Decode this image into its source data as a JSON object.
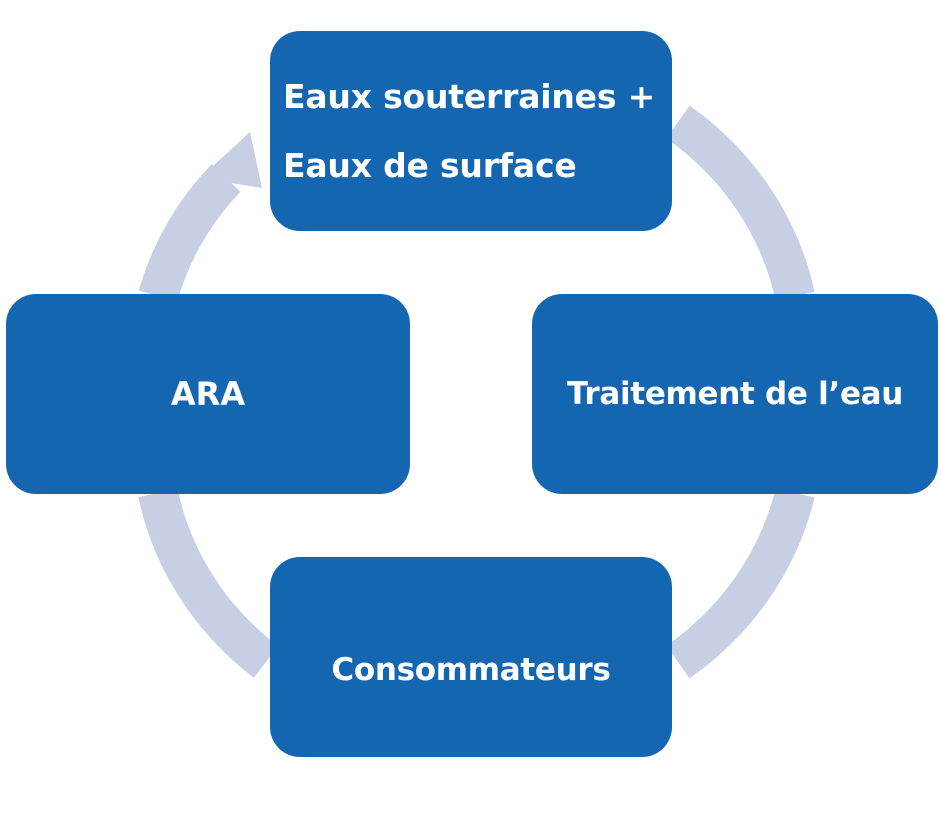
{
  "diagram": {
    "type": "cycle",
    "colors": {
      "node_fill": "#1466b1",
      "node_text": "#ffffff",
      "arrow": "#c6cfe4",
      "background": "#ffffff"
    },
    "nodes": {
      "top": {
        "line1": "Eaux souterraines +",
        "line2": "Eaux de surface"
      },
      "right": {
        "label": "Traitement de l’eau"
      },
      "bottom": {
        "label": "Consommateurs"
      },
      "left": {
        "label": "ARA"
      }
    },
    "flow": "clockwise",
    "arrow_icon": "arrowhead-icon"
  }
}
